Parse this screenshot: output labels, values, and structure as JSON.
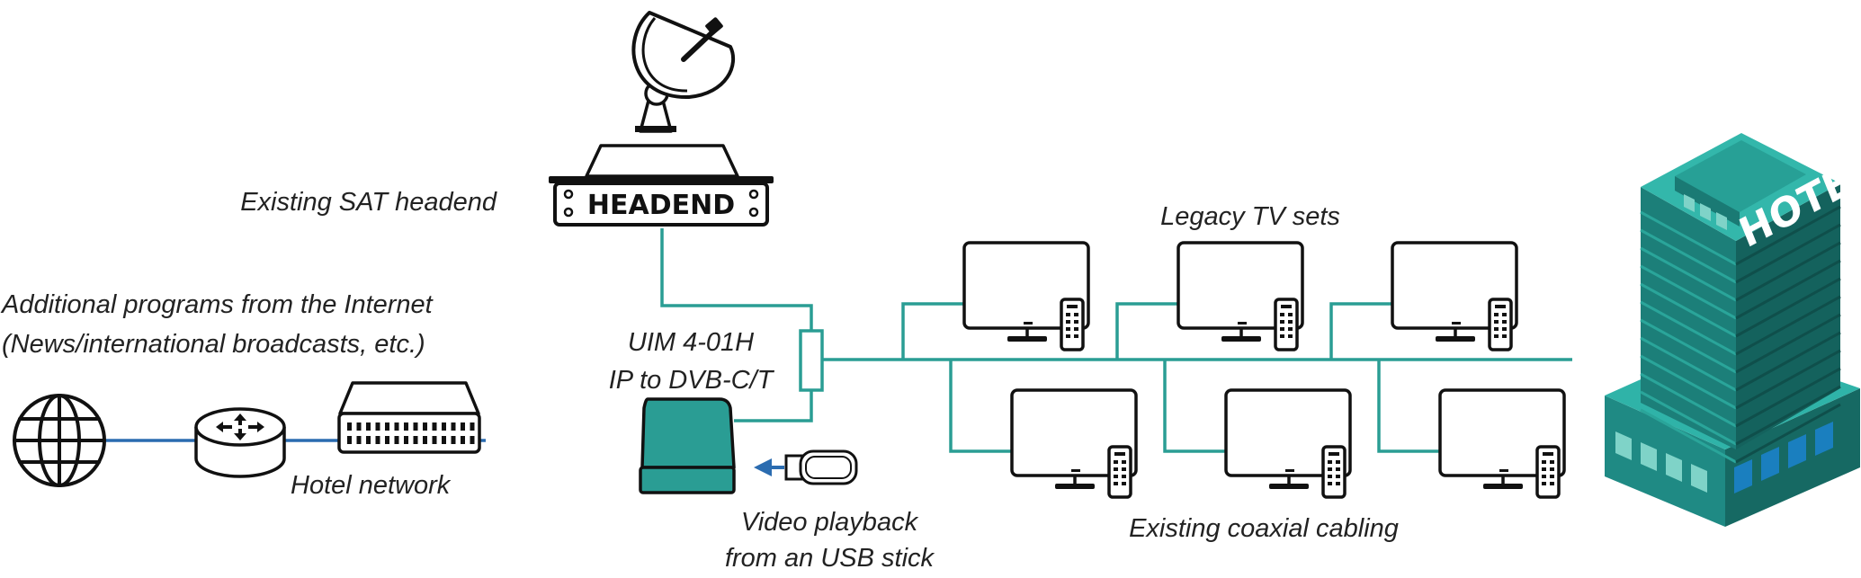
{
  "labels": {
    "headend_caption": "Existing SAT headend",
    "internet_line1": "Additional programs from the Internet",
    "internet_line2": "(News/international broadcasts, etc.)",
    "device_line1": "UIM 4-01H",
    "device_line2": "IP to DVB-C/T",
    "hotel_network": "Hotel network",
    "usb_line1": "Video playback",
    "usb_line2": "from an USB stick",
    "legacy_tv": "Legacy TV sets",
    "coax": "Existing coaxial cabling",
    "headend_box": "HEADEND",
    "hotel_sign": "HOTEL"
  },
  "colors": {
    "network_line": "#2b6cb0",
    "coax_line": "#2a9d94",
    "device_fill": "#2a9d94",
    "building_teal": "#1f8a84",
    "ink": "#111111"
  },
  "icons": [
    "globe-icon",
    "router-icon",
    "switch-icon",
    "satellite-dish-icon",
    "headend-icon",
    "uim-device-icon",
    "usb-stick-icon",
    "tv-icon",
    "remote-icon",
    "hotel-building-icon"
  ]
}
